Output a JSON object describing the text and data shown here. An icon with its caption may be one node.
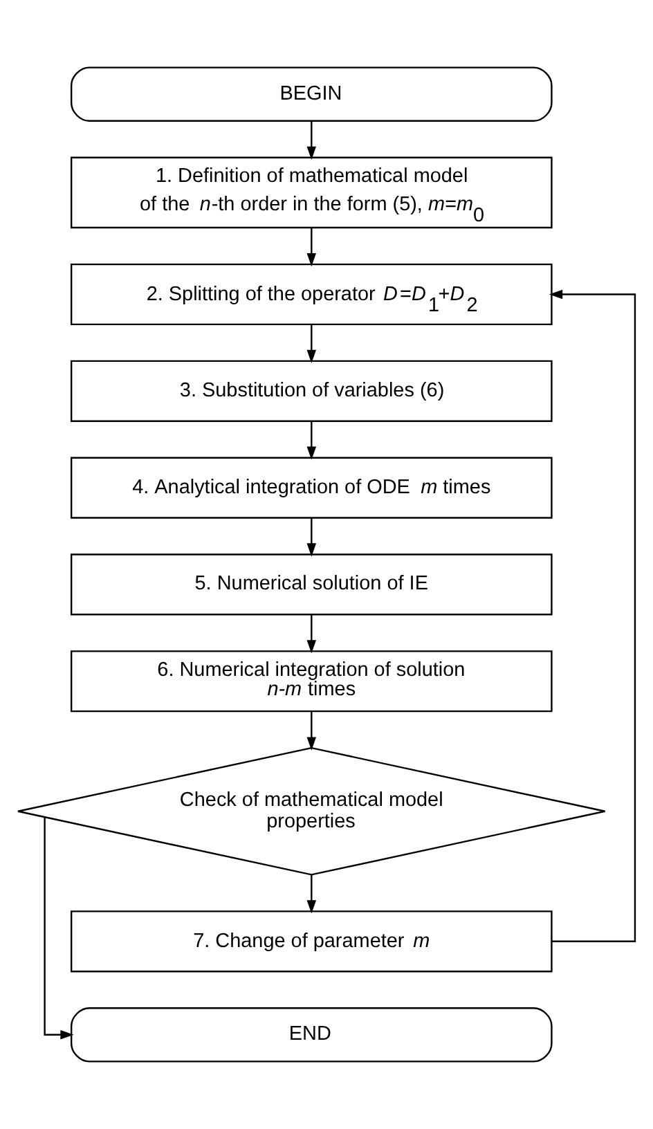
{
  "diagram": {
    "nodes": [
      {
        "text": [
          "BEGIN"
        ]
      },
      {
        "text": [
          "1. Definition of mathematical model of the *n*-th order in the form (5), *m*=*m*$_{0}$"
        ]
      },
      {
        "text": [
          "2. Splitting of the operator *D*=*D*$_{1}$+*D*$_{2}$"
        ]
      },
      {
        "text": [
          "3. Substitution of variables (6)"
        ]
      },
      {
        "text": [
          "4. Analytical integration of ODE *m* times"
        ]
      },
      {
        "text": [
          "5. Numerical solution of IE"
        ]
      },
      {
        "text": [
          "6. Numerical integration of solution *n-m* times"
        ]
      },
      {
        "text": [
          "Check of mathematical model properties"
        ]
      },
      {
        "text": [
          "7. Change of parameter *m*"
        ]
      },
      {
        "text": [
          "END"
        ]
      }
    ],
    "edges": [
      {
        "from": 0,
        "to": 1,
        "arrow": "to"
      },
      {
        "from": 1,
        "to": 2,
        "arrow": "to"
      },
      {
        "from": 2,
        "to": 3,
        "arrow": "to"
      },
      {
        "from": 3,
        "to": 4,
        "arrow": "to"
      },
      {
        "from": 4,
        "to": 5,
        "arrow": "to"
      },
      {
        "from": 5,
        "to": 6,
        "arrow": "to"
      },
      {
        "from": 6,
        "to": 7,
        "arrow": "to"
      },
      {
        "from": 7,
        "to": 8,
        "arrow": "to"
      },
      {
        "from": 7,
        "to": 9,
        "arrow": "to"
      },
      {
        "from": 8,
        "to": 2,
        "arrow": "to"
      }
    ]
  }
}
